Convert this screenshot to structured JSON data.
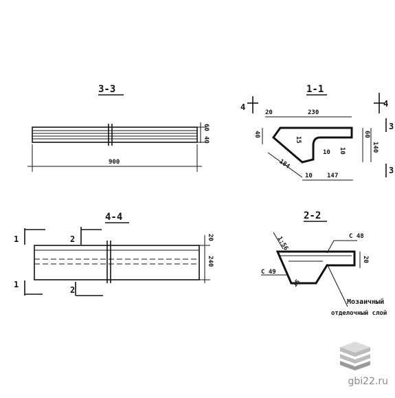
{
  "sections": {
    "s33": {
      "title": "3-3",
      "dims": {
        "length": "900",
        "h1": "60",
        "h2": "40"
      }
    },
    "s11": {
      "title": "1-1",
      "dims": {
        "top": "230",
        "left": "20",
        "h40": "40",
        "h15": "15",
        "h10": "10",
        "h60": "60",
        "h140": "140",
        "diag": "184",
        "b10": "10",
        "b147": "147"
      },
      "cuts": {
        "left": "4",
        "right_top": "4",
        "right_mid": "3",
        "right_bot": "3"
      }
    },
    "s44": {
      "title": "4-4",
      "dims": {
        "h20": "20",
        "h240": "240"
      },
      "cuts": {
        "left_top": "1",
        "left_bot": "1",
        "mid_top": "2",
        "mid_bot": "2"
      }
    },
    "s22": {
      "title": "2-2",
      "dims": {
        "r": "1:56",
        "c48": "C 48",
        "c49": "C 49",
        "h20": "20",
        "d15": "15"
      },
      "notes": {
        "line1": "Мозаичный",
        "line2": "отделочный слой"
      }
    }
  },
  "watermark": {
    "text": "gbi22.ru",
    "colors": {
      "top": "#dcdcdc",
      "mid": "#bcbcbc",
      "bot": "#9a9a9a"
    }
  }
}
